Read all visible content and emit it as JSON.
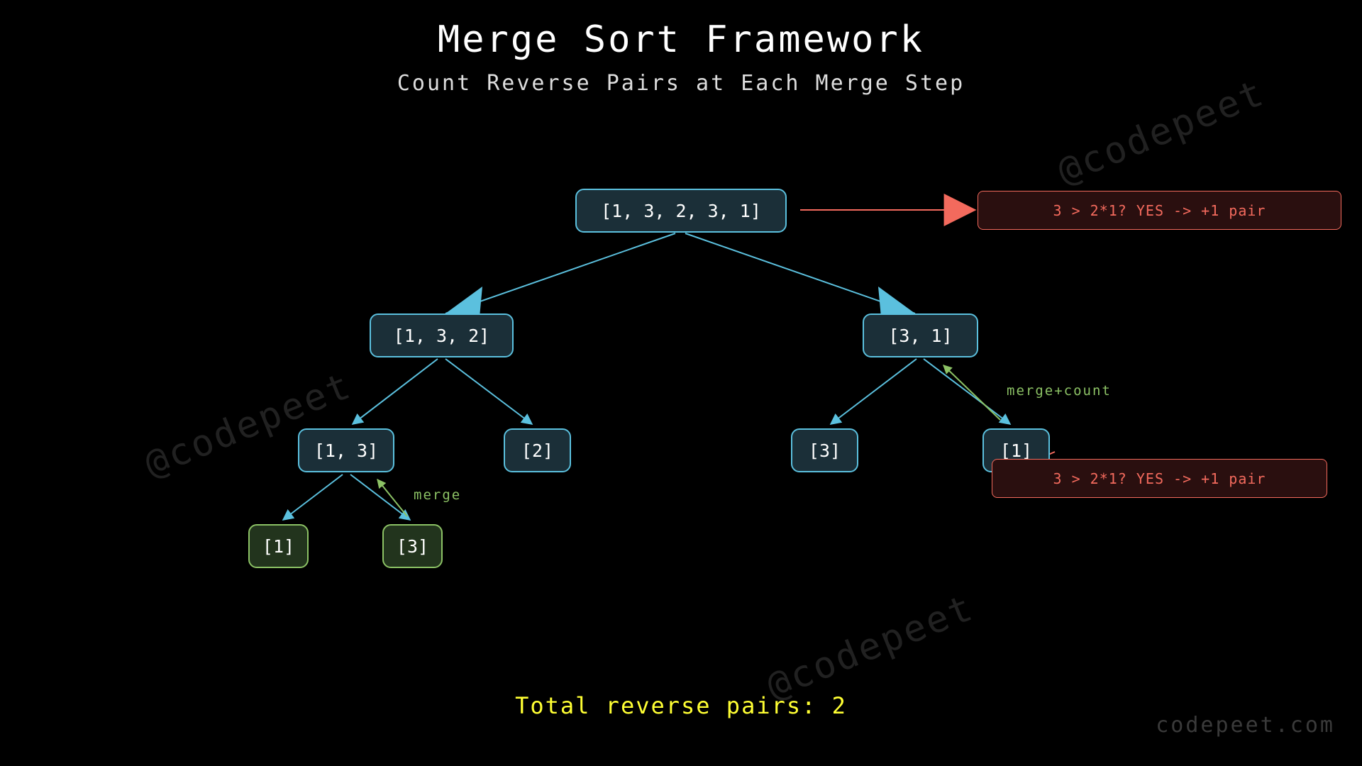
{
  "title": "Merge Sort Framework",
  "subtitle": "Count Reverse Pairs at Each Merge Step",
  "watermark": "@codepeet",
  "nodes": {
    "root": "[1, 3, 2, 3, 1]",
    "left": "[1, 3, 2]",
    "right": "[3, 1]",
    "left_left": "[1, 3]",
    "left_right": "[2]",
    "right_left": "[3]",
    "right_right": "[1]",
    "leaf_1": "[1]",
    "leaf_3": "[3]"
  },
  "callouts": {
    "top": "3 > 2*1? YES -> +1 pair",
    "bottom": "3 > 2*1? YES -> +1 pair"
  },
  "edge_labels": {
    "merge": "merge",
    "merge_count": "merge+count"
  },
  "total": "Total reverse pairs: 2",
  "site": "codepeet.com",
  "colors": {
    "node_border": "#5bc0de",
    "leaf_border": "#8cc265",
    "callout": "#f36a5d",
    "total_text": "#ffff33"
  }
}
